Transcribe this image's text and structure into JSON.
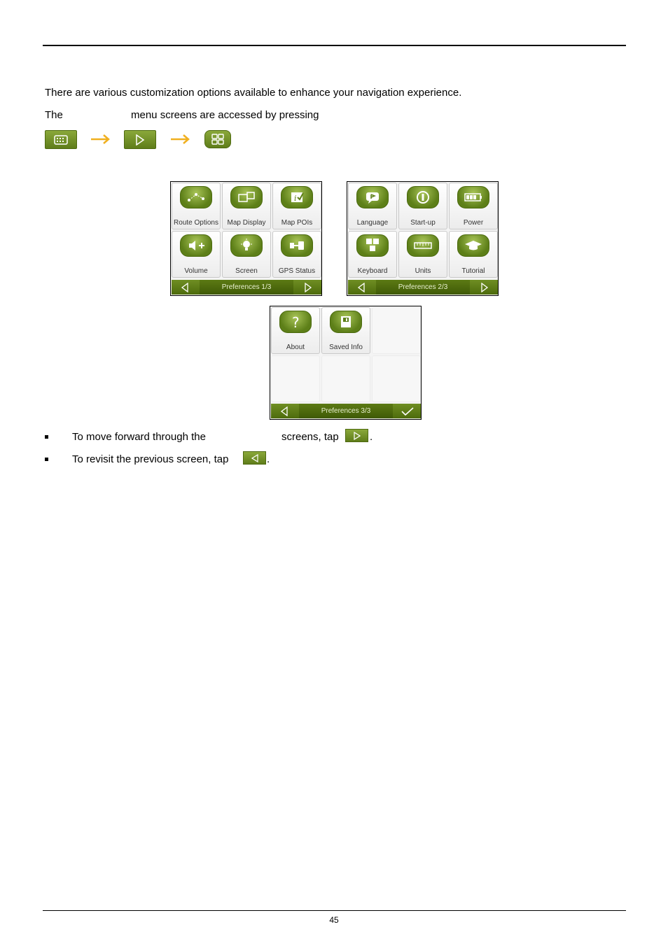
{
  "intro": {
    "line1": "There are various customization options available to enhance your navigation experience.",
    "line2_a": "The",
    "line2_b": "menu screens are accessed by pressing"
  },
  "icons": {
    "main_menu": "keyboard-grid-icon",
    "next": "triangle-right-icon",
    "prefs": "four-squares-icon",
    "arrow": "arrow-right-icon",
    "accent": "#6f8e23"
  },
  "screens": [
    {
      "title": "Preferences 1/3",
      "items": [
        "Route Options",
        "Map Display",
        "Map POIs",
        "Volume",
        "Screen",
        "GPS Status"
      ]
    },
    {
      "title": "Preferences 2/3",
      "items": [
        "Language",
        "Start-up",
        "Power",
        "Keyboard",
        "Units",
        "Tutorial"
      ]
    },
    {
      "title": "Preferences 3/3",
      "items": [
        "About",
        "Saved Info"
      ]
    }
  ],
  "bullets": {
    "forward_a": "To move forward through the",
    "forward_b": "screens, tap",
    "forward_end": ".",
    "back_a": "To revisit the previous screen, tap",
    "back_end": "."
  },
  "footer": {
    "page_number": "45"
  }
}
